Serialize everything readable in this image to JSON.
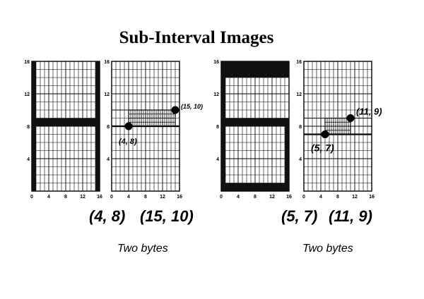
{
  "title": "Sub-Interval Images",
  "axis": {
    "y_ticks": [
      "16",
      "12",
      "8",
      "4"
    ],
    "x_ticks": [
      "0",
      "4",
      "8",
      "12",
      "16"
    ]
  },
  "panels": [
    {
      "name": "full-grid-a",
      "type": "thick-cross"
    },
    {
      "name": "sub-grid-a",
      "type": "sub-rect",
      "p1": [
        4,
        8
      ],
      "p2": [
        15,
        10
      ],
      "p1_label": "(4, 8)",
      "p2_label": "(15, 10)"
    },
    {
      "name": "full-grid-b",
      "type": "thick-frame"
    },
    {
      "name": "sub-grid-b",
      "type": "sub-rect",
      "p1": [
        5,
        7
      ],
      "p2": [
        11,
        9
      ],
      "p1_label": "(5, 7)",
      "p2_label": "(11, 9)"
    }
  ],
  "captions": {
    "left_p1": "(4, 8)",
    "left_p2": "(15, 10)",
    "left_sub": "Two bytes",
    "right_p1": "(5, 7)",
    "right_p2": "(11, 9)",
    "right_sub": "Two bytes"
  }
}
